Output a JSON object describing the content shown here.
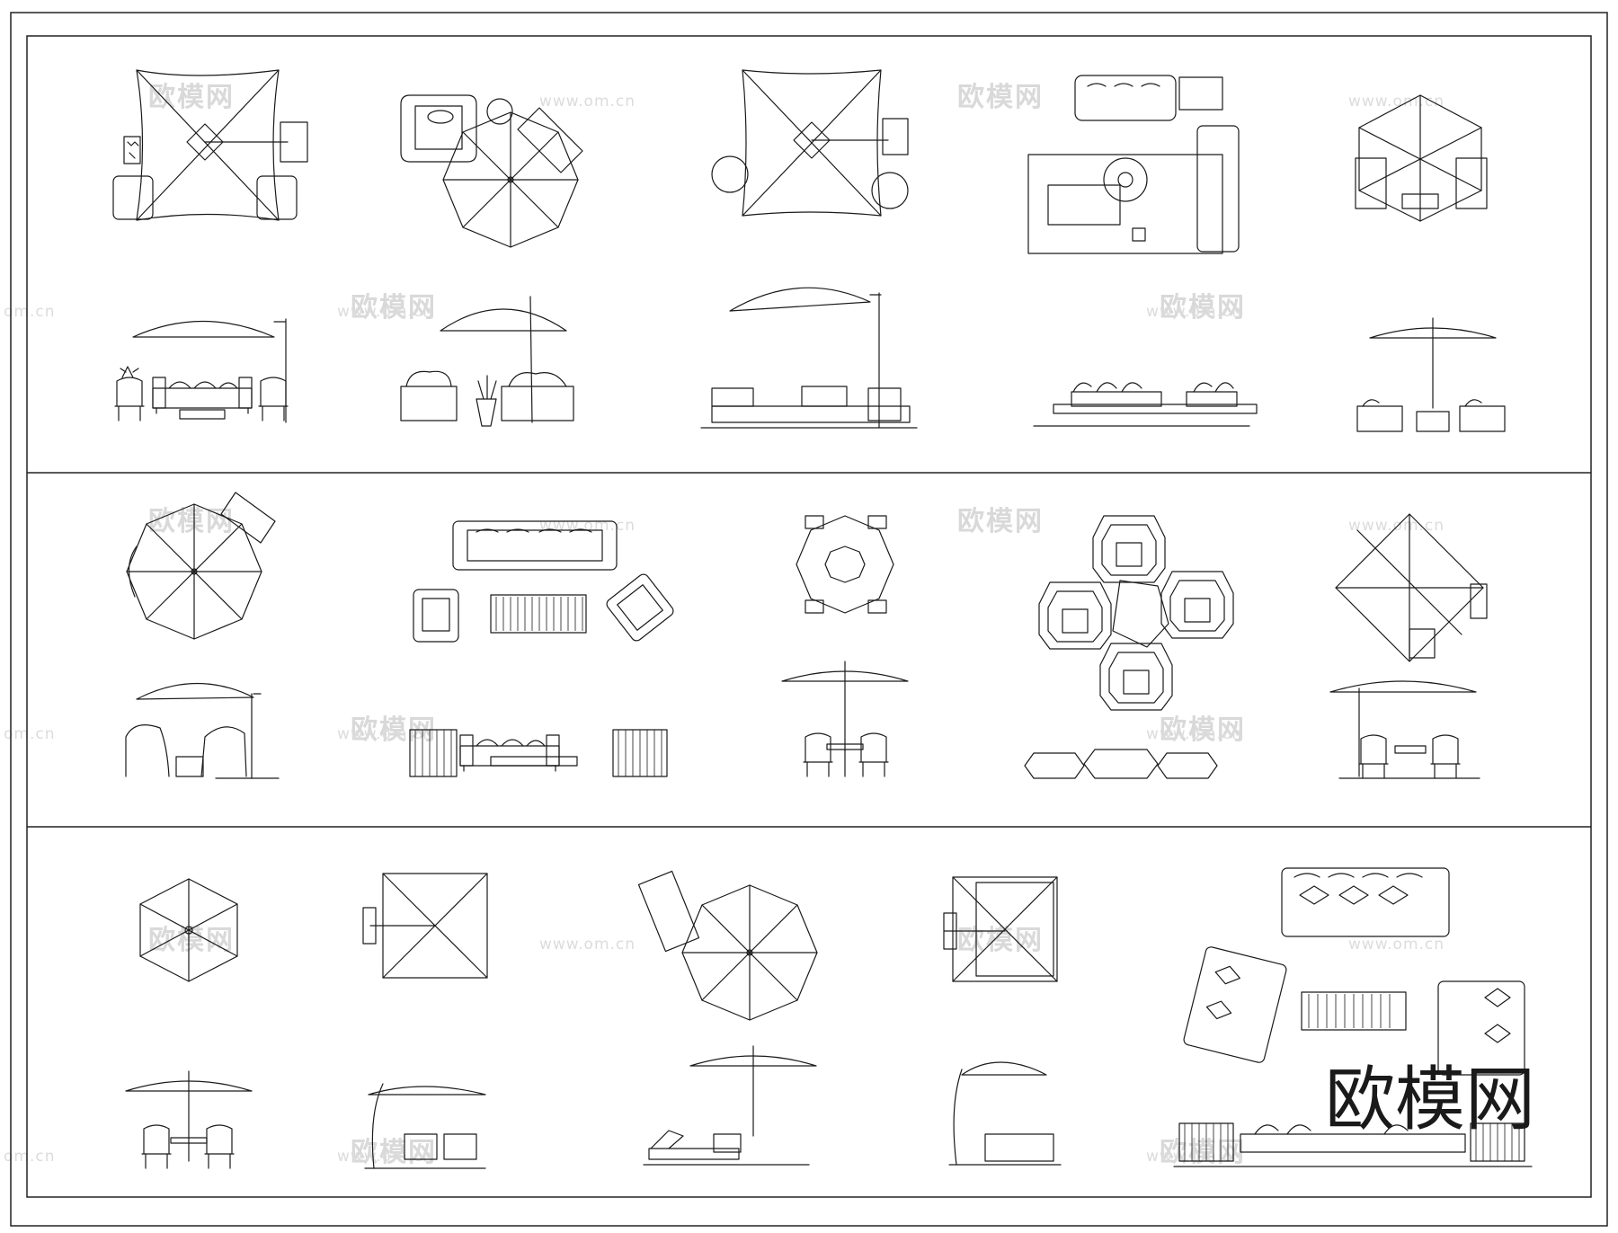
{
  "watermark": {
    "text_cn": "欧模网",
    "text_url": "www.om.cn",
    "text_edge": "om.cn",
    "color": "#d9d9d9"
  },
  "brand": {
    "text": "欧模网",
    "color": "#1a1a1a"
  },
  "drawing": {
    "line_color": "#1a1a1a",
    "background": "#ffffff",
    "bands": 3,
    "columns_per_band": 5
  }
}
